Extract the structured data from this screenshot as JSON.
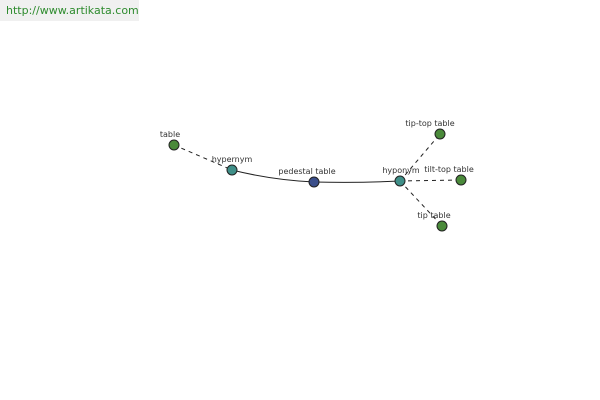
{
  "header": {
    "url_text": "http://www.artikata.com"
  },
  "graph": {
    "nodes": {
      "table": {
        "label": "table",
        "color": "#4a8a3a"
      },
      "hypernym": {
        "label": "hypernym",
        "color": "#3f8f88"
      },
      "pedestal": {
        "label": "pedestal table",
        "color": "#3a4e8a"
      },
      "hyponym": {
        "label": "hyponym",
        "color": "#3f8f88"
      },
      "tiptop": {
        "label": "tip-top table",
        "color": "#4a8a3a"
      },
      "tilttop": {
        "label": "tilt-top table",
        "color": "#4a8a3a"
      },
      "tip": {
        "label": "tip table",
        "color": "#4a8a3a"
      }
    }
  }
}
